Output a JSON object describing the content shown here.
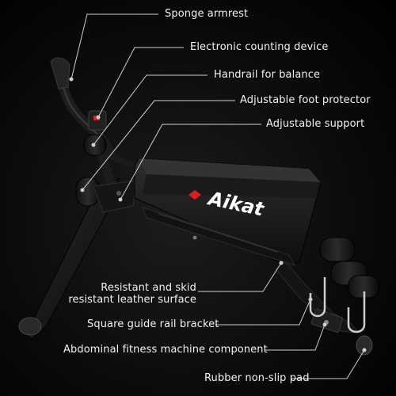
{
  "labels": {
    "sponge_armrest": "Sponge armrest",
    "electronic_counter": "Electronic counting device",
    "handrail": "Handrail for balance",
    "foot_protector": "Adjustable foot protector",
    "adjustable_support": "Adjustable support",
    "leather_surface_line1": "Resistant and skid",
    "leather_surface_line2": "resistant leather surface",
    "guide_rail": "Square guide rail bracket",
    "abdominal_component": "Abdominal fitness machine component",
    "rubber_pad": "Rubber non-slip pad"
  },
  "brand": {
    "name": "Aikat",
    "accent_color": "#d8201f"
  },
  "colors": {
    "background": "#000000",
    "label_text": "#f2f2f2",
    "leader_line": "#cfcfcf",
    "frame_metal": "#1e1e1e"
  }
}
